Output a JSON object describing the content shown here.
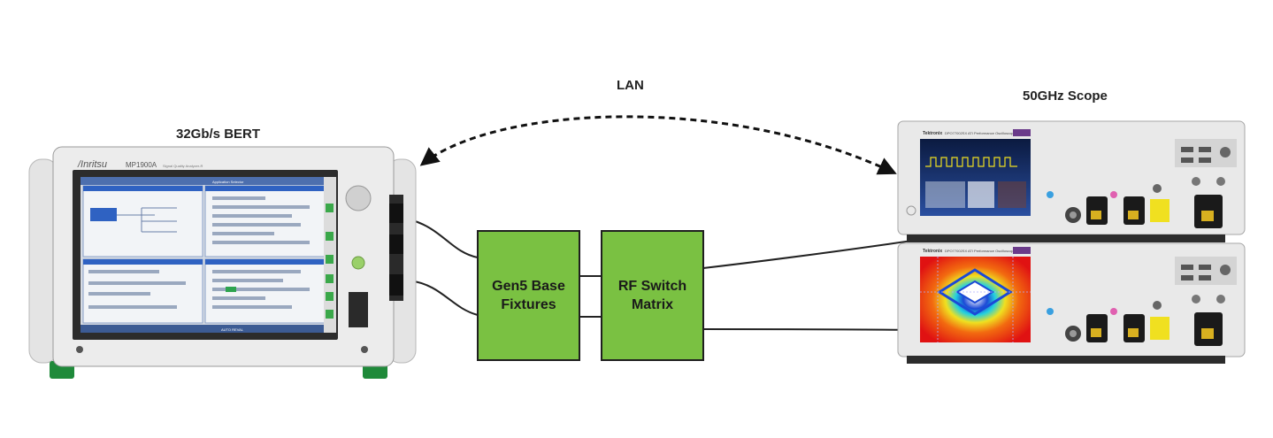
{
  "labels": {
    "lan": "LAN",
    "bert": "32Gb/s BERT",
    "scope": "50GHz Scope"
  },
  "boxes": {
    "fixtures": "Gen5 Base\nFixtures",
    "switch": "RF Switch\nMatrix"
  },
  "bert_device": {
    "brand": "/Inritsu",
    "model": "MP1900A",
    "subtitle": "Signal Quality Analyzer-R",
    "screen_header": "Application Selector",
    "status_text": "AUTO REVAL"
  },
  "scope_device": {
    "brand": "Tektronix",
    "model": "DPO77002SX ATI Performance Oscilloscope"
  },
  "colors": {
    "box_fill": "#7ac142",
    "device_body": "#e8e8e8",
    "bert_accent": "#1f8a3a"
  }
}
